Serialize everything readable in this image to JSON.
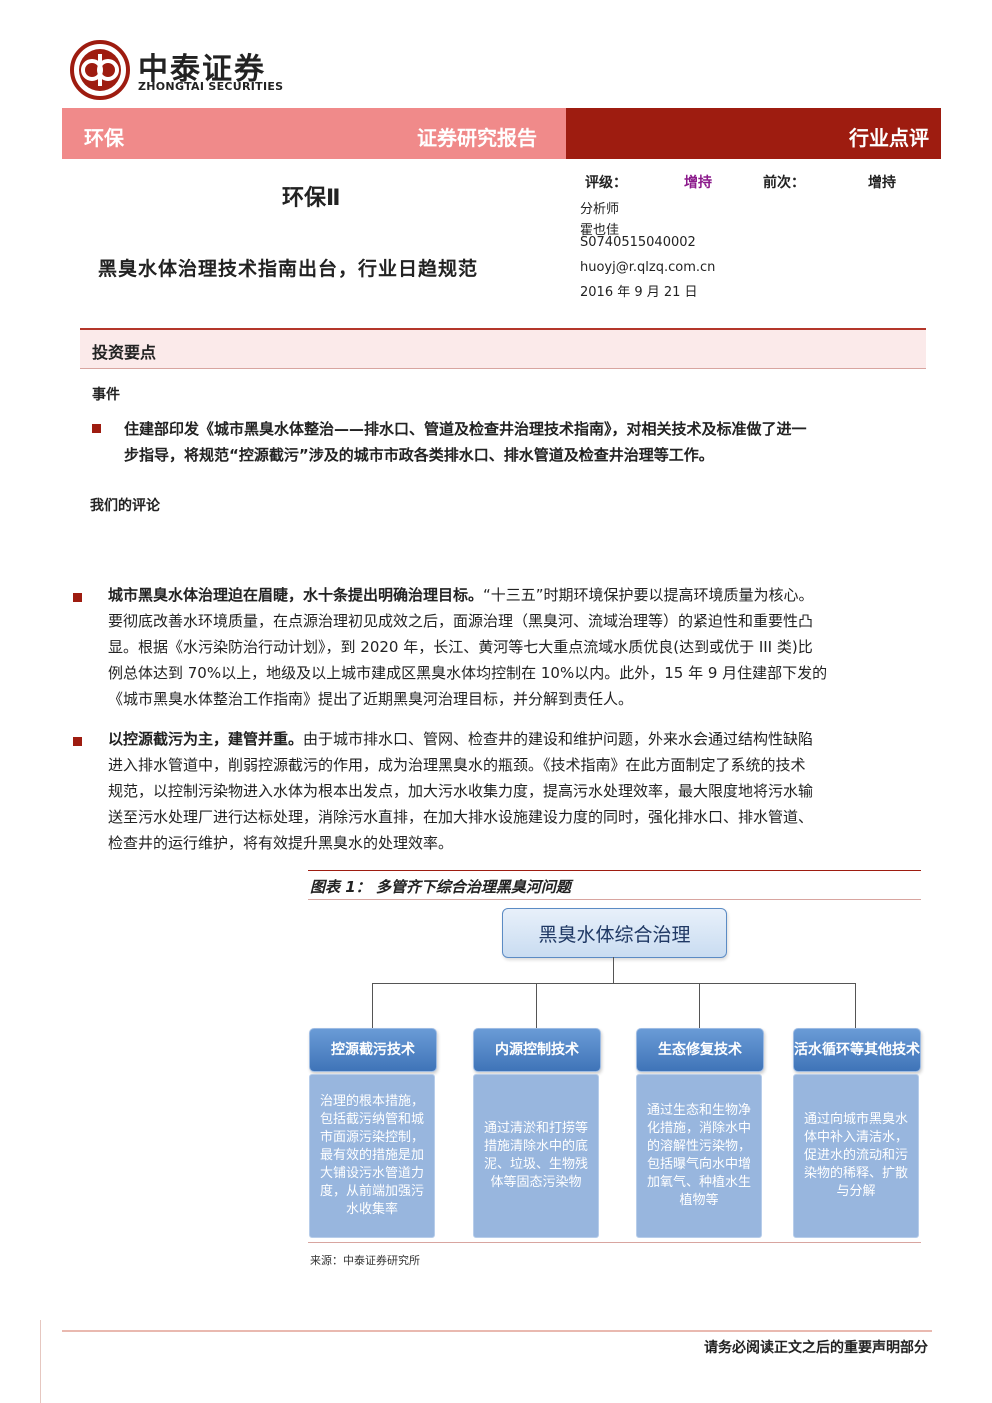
{
  "logo": {
    "cn": "中泰证券",
    "en": "ZHONGTAI SECURITIES"
  },
  "colors": {
    "brand_red": "#9e1c10",
    "banner_pink": "#f08a8a",
    "rating_purple": "#8b1a8b",
    "chart_blue": "#4a7fc1"
  },
  "banner": {
    "industry": "环保",
    "report_type": "证券研究报告",
    "report_kind": "行业点评"
  },
  "sector": "环保Ⅱ",
  "headline": "黑臭水体治理技术指南出台，行业日趋规范",
  "meta": {
    "rating_label": "评级：",
    "rating_value": "增持",
    "prev_label": "前次：",
    "prev_value": "增持",
    "analyst_label": "分析师",
    "analyst_name": "霍也佳",
    "license": "S0740515040002",
    "email": "huoyj@r.qlzq.com.cn",
    "date": "2016 年 9 月 21 日"
  },
  "section_title": "投资要点",
  "event": {
    "label": "事件",
    "line1": "住建部印发《城市黑臭水体整治——排水口、管道及检查井治理技术指南》，对相关技术及标准做了进一",
    "line2": "步指导，将规范“控源截污”涉及的城市市政各类排水口、排水管道及检查井治理等工作。"
  },
  "comment_label": "我们的评论",
  "point1": {
    "bold": "城市黑臭水体治理迫在眉睫，水十条提出明确治理目标。",
    "lead": "“十三五”时期环境保护要以提高环境质量为核心。",
    "line2": "要彻底改善水环境质量，在点源治理初见成效之后，面源治理（黑臭河、流域治理等）的紧迫性和重要性凸",
    "line3": "显。根据《水污染防治行动计划》，到 2020 年，长江、黄河等七大重点流域水质优良(达到或优于 III 类)比",
    "line4": "例总体达到 70%以上，地级及以上城市建成区黑臭水体均控制在 10%以内。此外，15 年 9 月住建部下发的",
    "line5": "《城市黑臭水体整治工作指南》提出了近期黑臭河治理目标，并分解到责任人。"
  },
  "point2": {
    "bold": "以控源截污为主，建管并重。",
    "lead": "由于城市排水口、管网、检查井的建设和维护问题，外来水会通过结构性缺陷",
    "line2": "进入排水管道中，削弱控源截污的作用，成为治理黑臭水的瓶颈。《技术指南》在此方面制定了系统的技术",
    "line3": "规范，以控制污染物进入水体为根本出发点，加大污水收集力度，提高污水处理效率，最大限度地将污水输",
    "line4": "送至污水处理厂进行达标处理，消除污水直排，在加大排水设施建设力度的同时，强化排水口、排水管道、",
    "line5": "检查井的运行维护，将有效提升黑臭水的处理效率。"
  },
  "figure": {
    "title": "图表 1：  多管齐下综合治理黑臭河问题",
    "root": "黑臭水体综合治理",
    "branches": [
      {
        "title": "控源截污技术",
        "desc": "治理的根本措施，包括截污纳管和城市面源污染控制，最有效的措施是加大铺设污水管道力度，从前端加强污水收集率"
      },
      {
        "title": "内源控制技术",
        "desc": "通过清淤和打捞等措施清除水中的底泥、垃圾、生物残体等固态污染物"
      },
      {
        "title": "生态修复技术",
        "desc": "通过生态和生物净化措施，消除水中的溶解性污染物，包括曝气向水中增加氧气、种植水生植物等"
      },
      {
        "title": "活水循环等其他技术",
        "desc": "通过向城市黑臭水体中补入清洁水，促进水的流动和污染物的稀释、扩散与分解"
      }
    ],
    "source": "来源：中泰证券研究所"
  },
  "footer": "请务必阅读正文之后的重要声明部分"
}
